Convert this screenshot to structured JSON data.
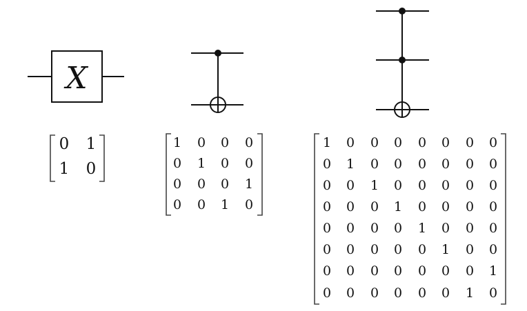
{
  "gates": [
    {
      "name": "x-gate",
      "label": "X",
      "matrix": [
        [
          "0",
          "1"
        ],
        [
          "1",
          "0"
        ]
      ]
    },
    {
      "name": "cnot-gate",
      "matrix": [
        [
          "1",
          "0",
          "0",
          "0"
        ],
        [
          "0",
          "1",
          "0",
          "0"
        ],
        [
          "0",
          "0",
          "0",
          "1"
        ],
        [
          "0",
          "0",
          "1",
          "0"
        ]
      ]
    },
    {
      "name": "toffoli-gate",
      "matrix": [
        [
          "1",
          "0",
          "0",
          "0",
          "0",
          "0",
          "0",
          "0"
        ],
        [
          "0",
          "1",
          "0",
          "0",
          "0",
          "0",
          "0",
          "0"
        ],
        [
          "0",
          "0",
          "1",
          "0",
          "0",
          "0",
          "0",
          "0"
        ],
        [
          "0",
          "0",
          "0",
          "1",
          "0",
          "0",
          "0",
          "0"
        ],
        [
          "0",
          "0",
          "0",
          "0",
          "1",
          "0",
          "0",
          "0"
        ],
        [
          "0",
          "0",
          "0",
          "0",
          "0",
          "1",
          "0",
          "0"
        ],
        [
          "0",
          "0",
          "0",
          "0",
          "0",
          "0",
          "0",
          "1"
        ],
        [
          "0",
          "0",
          "0",
          "0",
          "0",
          "0",
          "1",
          "0"
        ]
      ]
    }
  ]
}
